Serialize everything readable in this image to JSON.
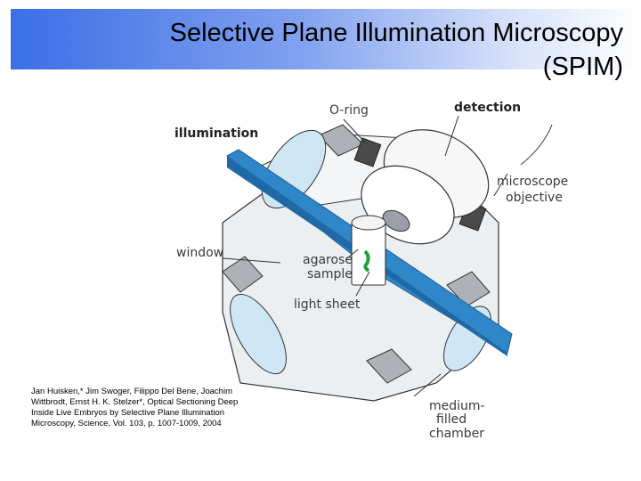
{
  "slide": {
    "title_line1": "Selective Plane Illumination Microscopy",
    "title_line2": "(SPIM)",
    "citation": "Jan Huisken,* Jim Swoger, Filippo Del Bene, Joachim Wittbrodt, Ernst H. K. Stelzer*, Optical Sectioning Deep Inside Live Embryos by Selective Plane Illumination Microscopy, Science, Vol. 103, p. 1007-1009, 2004"
  },
  "figure": {
    "labels": {
      "o_ring": "O-ring",
      "detection": "detection",
      "illumination": "illumination",
      "microscope_line1": "microscope",
      "microscope_line2": "objective",
      "window": "window",
      "agarose_line1": "agarose",
      "agarose_line2": "sample",
      "light_sheet": "light sheet",
      "medium_line1": "medium-",
      "medium_line2": "filled",
      "medium_line3": "chamber"
    },
    "colors": {
      "light_sheet": "#2f86c9",
      "chamber": "#e9ecef",
      "window": "#cfe6f5",
      "ring": "#555555",
      "sample_specimen": "#22a23a"
    }
  }
}
